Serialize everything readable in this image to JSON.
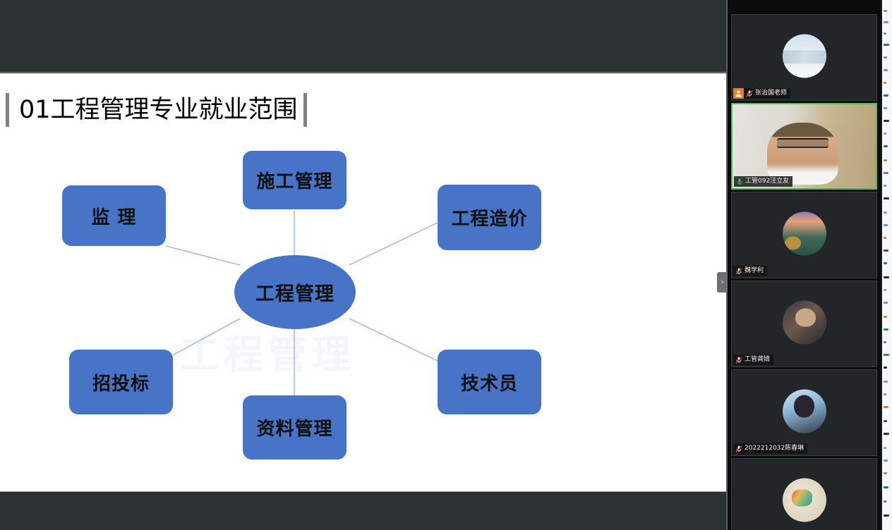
{
  "app": {
    "window_type": "video-conference-screen-share"
  },
  "slide": {
    "title": "01工程管理专业就业范围",
    "watermark": "工程管理",
    "accent_color": "#4874c8",
    "title_bar_color": "#808080",
    "background": "#ffffff"
  },
  "chart_data": {
    "type": "diagram",
    "title": "01工程管理专业就业范围",
    "center": "工程管理",
    "nodes": [
      {
        "label": "施工管理",
        "position": "top"
      },
      {
        "label": "工程造价",
        "position": "top-right"
      },
      {
        "label": "技术员",
        "position": "bottom-right"
      },
      {
        "label": "资料管理",
        "position": "bottom"
      },
      {
        "label": "招投标",
        "position": "bottom-left"
      },
      {
        "label": "监 理",
        "position": "top-left"
      }
    ],
    "edges": [
      [
        "工程管理",
        "施工管理"
      ],
      [
        "工程管理",
        "工程造价"
      ],
      [
        "工程管理",
        "技术员"
      ],
      [
        "工程管理",
        "资料管理"
      ],
      [
        "工程管理",
        "招投标"
      ],
      [
        "工程管理",
        "监 理"
      ]
    ]
  },
  "participants": [
    {
      "name": "张治国老师",
      "mic": "muted",
      "host": true,
      "video": false,
      "active_speaker": false,
      "avatar": "snow-village-photo"
    },
    {
      "name": "工管092汪立友",
      "mic": "unmuted",
      "host": false,
      "video": true,
      "active_speaker": true,
      "avatar": "live-video"
    },
    {
      "name": "魏学利",
      "mic": "muted",
      "host": false,
      "video": false,
      "active_speaker": false,
      "avatar": "mountain-lake-photo"
    },
    {
      "name": "工管龚婧",
      "mic": "muted",
      "host": false,
      "video": false,
      "active_speaker": false,
      "avatar": "person-portrait-photo"
    },
    {
      "name": "2022212032陈春琳",
      "mic": "muted",
      "host": false,
      "video": false,
      "active_speaker": false,
      "avatar": "girl-portrait-photo"
    },
    {
      "name": "",
      "mic": "",
      "host": false,
      "video": false,
      "active_speaker": false,
      "avatar": "illustration-artwork"
    }
  ],
  "controls": {
    "collapse_panel": "›"
  },
  "colors": {
    "accent_blue": "#4874c8",
    "active_speaker_green": "#3fbf5f",
    "host_badge_orange": "#ef7c21",
    "mic_muted_red": "#e04a3c",
    "chrome_dark": "#2c3134",
    "panel_black": "#0b0b0b"
  }
}
